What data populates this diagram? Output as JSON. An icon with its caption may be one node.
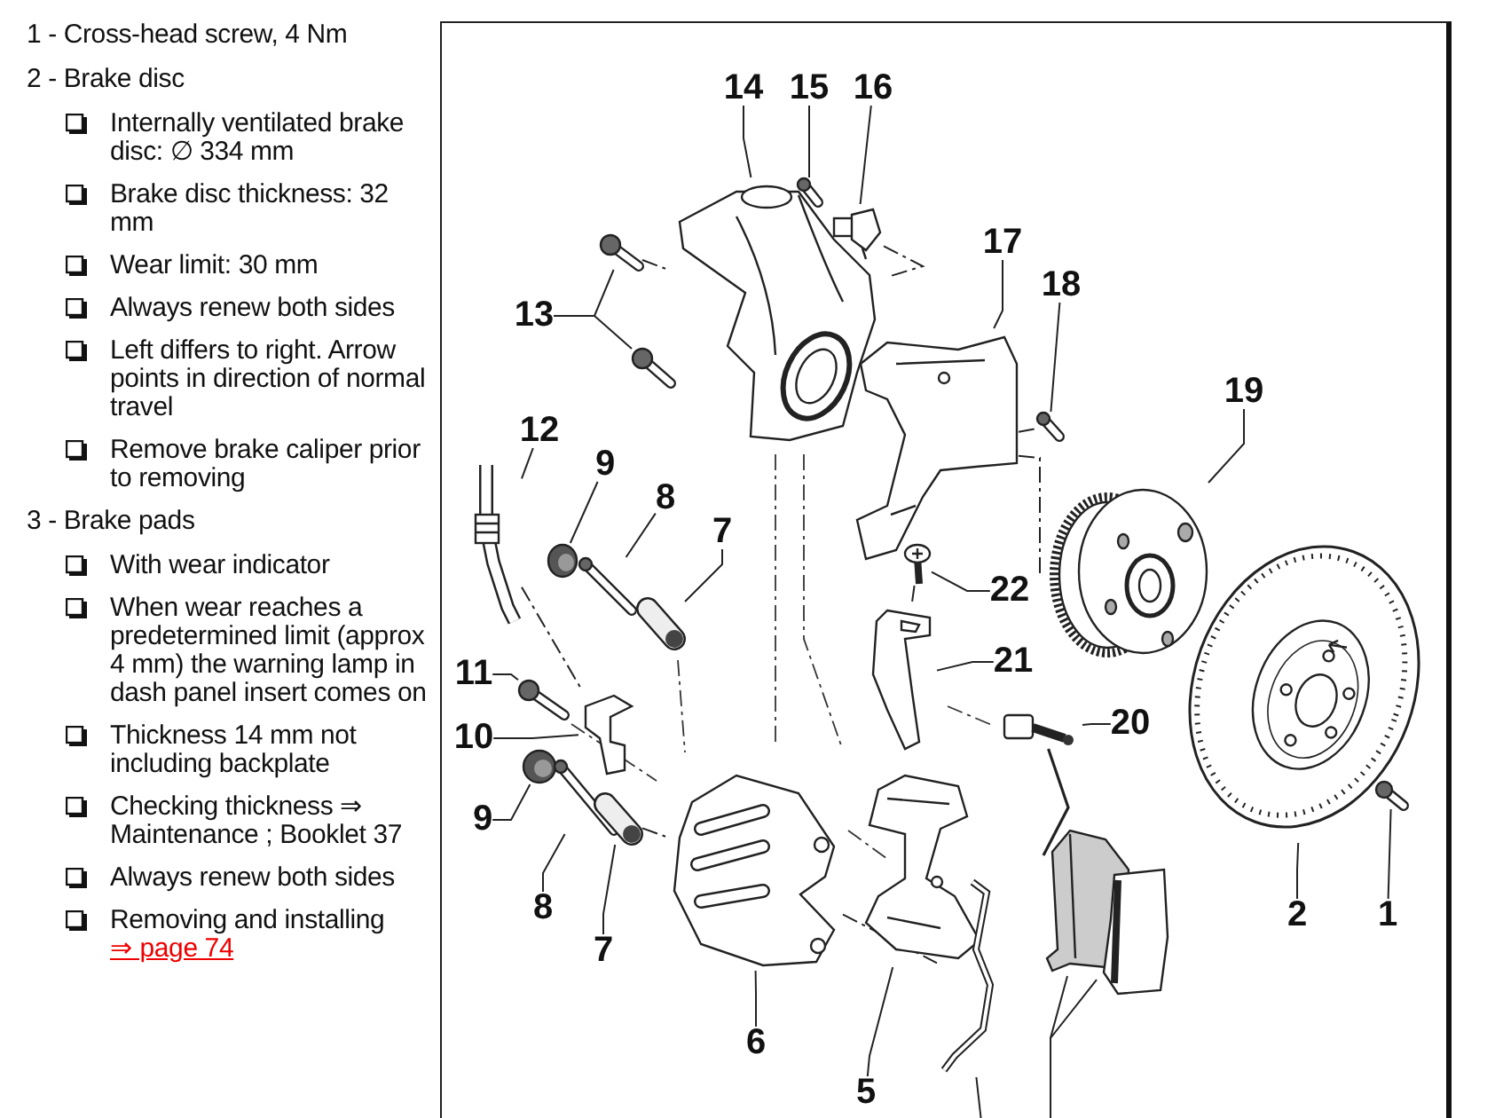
{
  "diagram": {
    "nodes": [
      {
        "text": [
          "14"
        ]
      },
      {
        "text": [
          "15"
        ]
      },
      {
        "text": [
          "16"
        ]
      },
      {
        "text": [
          "17"
        ]
      },
      {
        "text": [
          "18"
        ]
      },
      {
        "text": [
          "13"
        ]
      },
      {
        "text": [
          "19"
        ]
      },
      {
        "text": [
          "12"
        ]
      },
      {
        "text": [
          "9"
        ]
      },
      {
        "text": [
          "8"
        ]
      },
      {
        "text": [
          "7"
        ]
      },
      {
        "text": [
          "22"
        ]
      },
      {
        "text": [
          "21"
        ]
      },
      {
        "text": [
          "11"
        ]
      },
      {
        "text": [
          "20"
        ]
      },
      {
        "text": [
          "10"
        ]
      },
      {
        "text": [
          "9"
        ]
      },
      {
        "text": [
          "8"
        ]
      },
      {
        "text": [
          "2"
        ]
      },
      {
        "text": [
          "1"
        ]
      },
      {
        "text": [
          "7"
        ]
      },
      {
        "text": [
          "6"
        ]
      },
      {
        "text": [
          "5"
        ]
      },
      {
        "text": [],
        "shape": "picture"
      },
      {
        "text": [],
        "shape": "picture"
      },
      {
        "text": [],
        "shape": "picture"
      },
      {
        "text": [],
        "shape": "picture"
      },
      {
        "text": [],
        "shape": "picture"
      },
      {
        "text": [],
        "shape": "picture"
      },
      {
        "text": [],
        "shape": "picture"
      },
      {
        "text": [],
        "shape": "picture"
      },
      {
        "text": [],
        "shape": "picture"
      },
      {
        "text": [],
        "shape": "picture"
      },
      {
        "text": [],
        "shape": "picture"
      },
      {
        "text": [],
        "shape": "picture"
      },
      {
        "text": [],
        "shape": "picture"
      },
      {
        "text": [],
        "shape": "picture"
      },
      {
        "text": [],
        "shape": "picture"
      },
      {
        "text": [],
        "shape": "picture"
      },
      {
        "text": [],
        "shape": "picture"
      },
      {
        "text": [],
        "shape": "picture"
      },
      {
        "text": [],
        "shape": "picture"
      },
      {
        "text": [],
        "shape": "picture"
      },
      {
        "text": [],
        "shape": "picture"
      },
      {
        "text": [],
        "shape": "picture"
      },
      {
        "text": [],
        "shape": "picture"
      },
      {
        "text": [],
        "shape": "picture"
      },
      {
        "text": [],
        "shape": "picture"
      },
      {
        "text": [],
        "shape": "picture"
      },
      {
        "text": [],
        "shape": "picture"
      }
    ],
    "edges": [
      {
        "from": 0,
        "to": 23,
        "arrow": "none"
      },
      {
        "from": 1,
        "to": 24,
        "arrow": "none"
      },
      {
        "from": 2,
        "to": 25,
        "arrow": "none"
      },
      {
        "from": 3,
        "to": 27,
        "arrow": "none"
      },
      {
        "from": 4,
        "to": 29,
        "arrow": "none"
      },
      {
        "from": 5,
        "to": 26,
        "arrow": "none"
      },
      {
        "from": 5,
        "to": 28,
        "arrow": "none"
      },
      {
        "from": 6,
        "to": 31,
        "arrow": "none"
      },
      {
        "from": 7,
        "to": 30,
        "arrow": "none"
      },
      {
        "from": 8,
        "to": 32,
        "arrow": "none"
      },
      {
        "from": 9,
        "to": 33,
        "arrow": "none"
      },
      {
        "from": 10,
        "to": 35,
        "arrow": "none"
      },
      {
        "from": 11,
        "to": 34,
        "arrow": "none"
      },
      {
        "from": 12,
        "to": 36,
        "arrow": "none"
      },
      {
        "from": 13,
        "to": 37,
        "arrow": "none"
      },
      {
        "from": 14,
        "to": 39,
        "arrow": "none"
      },
      {
        "from": 15,
        "to": 38,
        "arrow": "none"
      },
      {
        "from": 16,
        "to": 40,
        "arrow": "none"
      },
      {
        "from": 17,
        "to": 41,
        "arrow": "none"
      },
      {
        "from": 18,
        "to": 42,
        "arrow": "none"
      },
      {
        "from": 19,
        "to": 44,
        "arrow": "none"
      },
      {
        "from": 20,
        "to": 43,
        "arrow": "none"
      },
      {
        "from": 21,
        "to": 45,
        "arrow": "none"
      },
      {
        "from": 22,
        "to": 46,
        "arrow": "none"
      },
      {
        "from": null,
        "to": 47,
        "arrow": "none"
      },
      {
        "from": null,
        "to": 48,
        "arrow": "none"
      },
      {
        "from": null,
        "to": 49,
        "arrow": "none"
      },
      {
        "from": 27,
        "to": 31,
        "arrow": "none",
        "style": "dashed"
      },
      {
        "from": 39,
        "to": 47,
        "arrow": "none"
      },
      {
        "from": 45,
        "to": 49,
        "arrow": "none",
        "style": "dashed"
      },
      {
        "from": 25,
        "to": 23,
        "arrow": "none",
        "style": "dashed"
      },
      {
        "from": 30,
        "to": 38,
        "arrow": "none",
        "style": "dashed"
      },
      {
        "from": 26,
        "to": 23,
        "arrow": "none",
        "style": "dashed"
      },
      {
        "from": 27,
        "to": 29,
        "arrow": "none",
        "style": "dashed"
      },
      {
        "from": 43,
        "to": 45,
        "arrow": "none",
        "style": "dashed"
      },
      {
        "from": 34,
        "to": 36,
        "arrow": "none",
        "style": "dashed"
      }
    ],
    "labels": [
      "1 - Cross-head screw, 4 Nm",
      "2 - Brake disc",
      "Internally ventilated brake disc: ∅ 334 mm",
      "Brake disc thickness: 32 mm",
      "Wear limit: 30 mm",
      "Always renew both sides",
      "Left differs to right. Arrow points in direction of normal travel",
      "Remove brake caliper prior to removing",
      "3 - Brake pads",
      "With wear indicator",
      "When wear reaches a predetermined limit (approx 4 mm) the warning lamp in dash panel insert comes on",
      "Thickness 14 mm not including backplate",
      "Checking thickness ⇒ Maintenance ; Booklet 37",
      "Always renew both sides",
      "Removing and installing",
      "⇒ page 74"
    ]
  }
}
